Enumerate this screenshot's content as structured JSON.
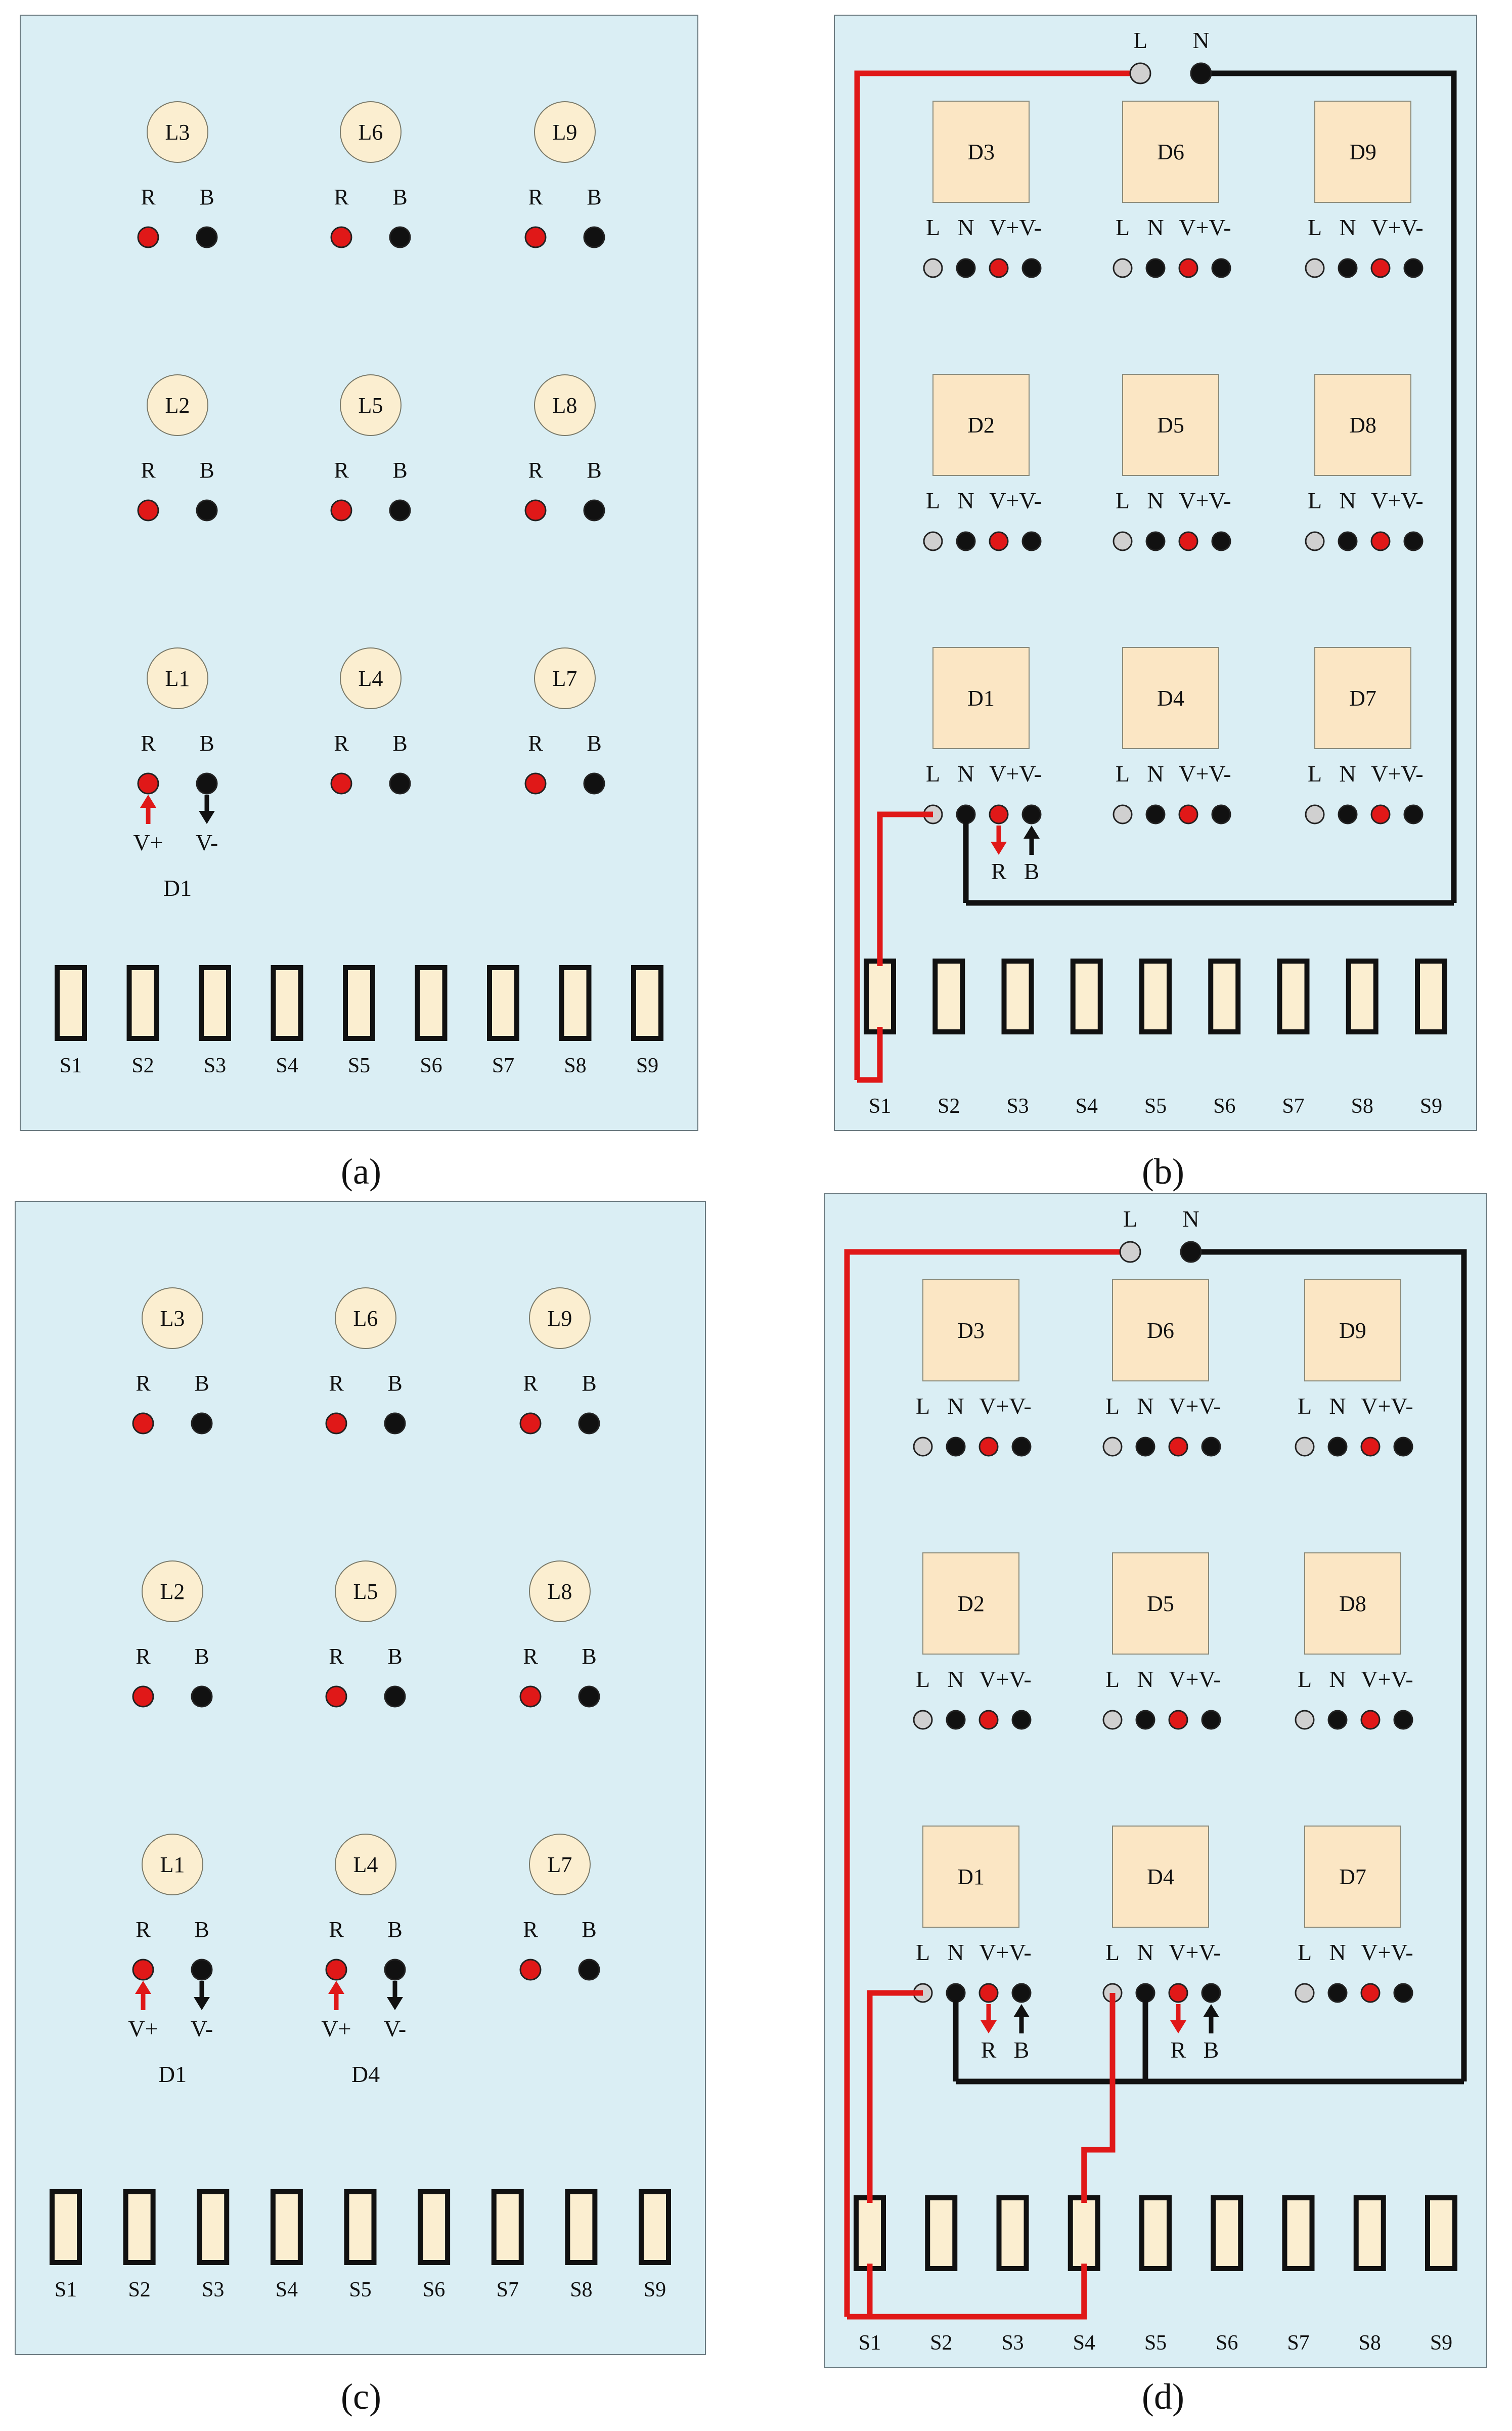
{
  "colors": {
    "panel": "#daeef4",
    "lamp": "#fbeed0",
    "device": "#fbe6c4",
    "red_terminal": "#e01818",
    "black_terminal": "#111111",
    "grey_terminal": "#d0d0d0"
  },
  "captions": [
    "(a)",
    "(b)",
    "(c)",
    "(d)"
  ],
  "terminals": {
    "R": "R",
    "B": "B",
    "L": "L",
    "N": "N",
    "V_plus": "V+",
    "V_minus": "V-"
  },
  "bulbs": [
    [
      "L3",
      "L6",
      "L9"
    ],
    [
      "L2",
      "L5",
      "L8"
    ],
    [
      "L1",
      "L4",
      "L7"
    ]
  ],
  "devices": [
    [
      "D3",
      "D6",
      "D9"
    ],
    [
      "D2",
      "D5",
      "D8"
    ],
    [
      "D1",
      "D4",
      "D7"
    ]
  ],
  "switches": [
    "S1",
    "S2",
    "S3",
    "S4",
    "S5",
    "S6",
    "S7",
    "S8",
    "S9"
  ],
  "panel_a": {
    "connected_device": "D1",
    "signals": [
      "V+",
      "V-"
    ]
  },
  "panel_b": {
    "supply_labels": [
      "L",
      "N"
    ],
    "device_signal_labels": [
      "R",
      "B"
    ]
  },
  "panel_c": {
    "connected_devices": [
      "D1",
      "D4"
    ],
    "signals": [
      "V+",
      "V-"
    ]
  },
  "panel_d": {
    "supply_labels": [
      "L",
      "N"
    ],
    "device_signal_labels": [
      "R",
      "B"
    ]
  }
}
